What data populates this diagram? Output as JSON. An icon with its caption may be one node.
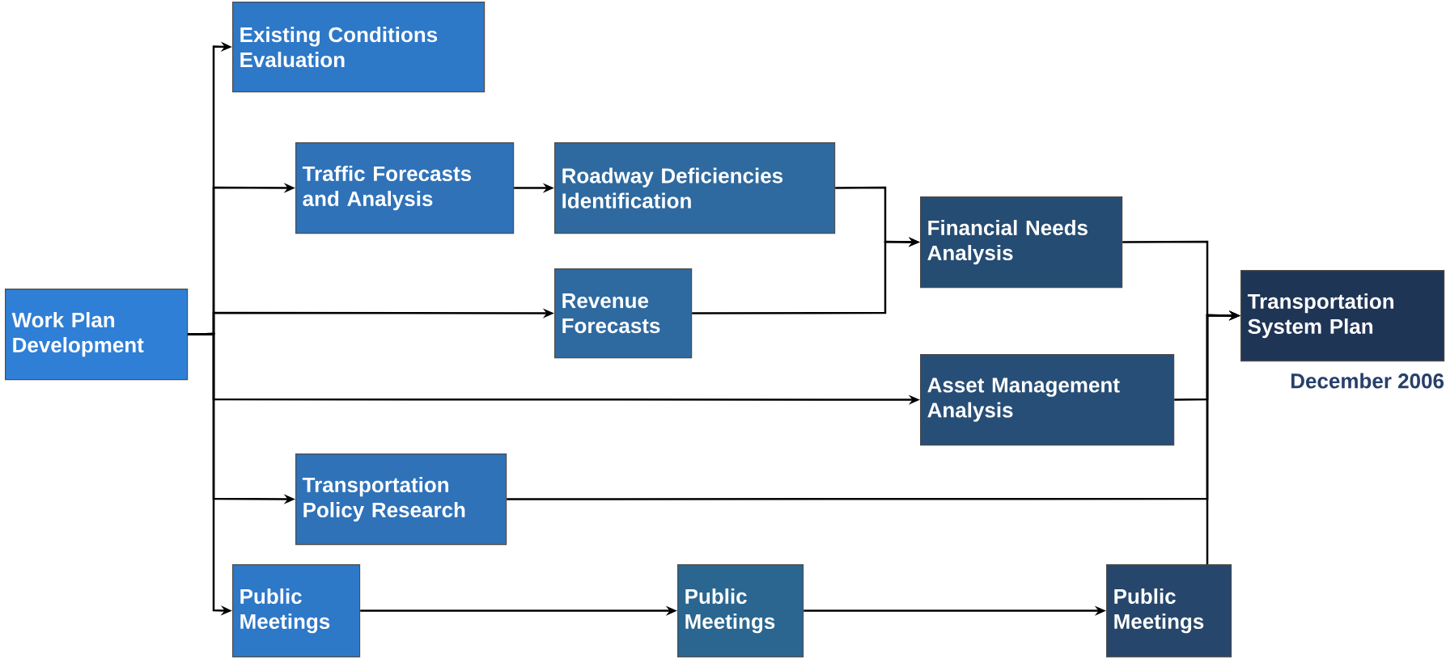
{
  "diagram": {
    "nodes": [
      {
        "text": [
          "Work Plan Development"
        ]
      },
      {
        "text": [
          "Existing Conditions Evaluation"
        ]
      },
      {
        "text": [
          "Traffic Forecasts and Analysis"
        ]
      },
      {
        "text": [
          "Roadway Deficiencies Identification"
        ]
      },
      {
        "text": [
          "Financial Needs Analysis"
        ]
      },
      {
        "text": [
          "Revenue Forecasts"
        ]
      },
      {
        "text": [
          "Transportation System Plan"
        ],
        "beside": [
          "December 2006"
        ]
      },
      {
        "text": [
          "Asset Management Analysis"
        ]
      },
      {
        "text": [
          "Transportation Policy Research"
        ]
      },
      {
        "text": [
          "Public Meetings"
        ]
      },
      {
        "text": [
          "Public Meetings"
        ]
      },
      {
        "text": [
          "Public Meetings"
        ]
      }
    ],
    "edges": [
      {
        "from": 0,
        "to": 1,
        "arrow": "to"
      },
      {
        "from": 0,
        "to": 2,
        "arrow": "to"
      },
      {
        "from": 0,
        "to": 5,
        "arrow": "to"
      },
      {
        "from": 0,
        "to": 7,
        "arrow": "to"
      },
      {
        "from": 0,
        "to": 8,
        "arrow": "to"
      },
      {
        "from": 0,
        "to": 9,
        "arrow": "to"
      },
      {
        "from": 2,
        "to": 3,
        "arrow": "to"
      },
      {
        "from": 3,
        "to": 4,
        "arrow": "to"
      },
      {
        "from": 5,
        "to": 4,
        "arrow": "to"
      },
      {
        "from": 4,
        "to": 6,
        "arrow": "to"
      },
      {
        "from": 7,
        "to": 6,
        "arrow": "to"
      },
      {
        "from": 8,
        "to": 6,
        "arrow": "to"
      },
      {
        "from": 11,
        "to": 6,
        "arrow": "to"
      },
      {
        "from": 9,
        "to": 10,
        "arrow": "to"
      },
      {
        "from": 10,
        "to": 11,
        "arrow": "to"
      }
    ]
  }
}
